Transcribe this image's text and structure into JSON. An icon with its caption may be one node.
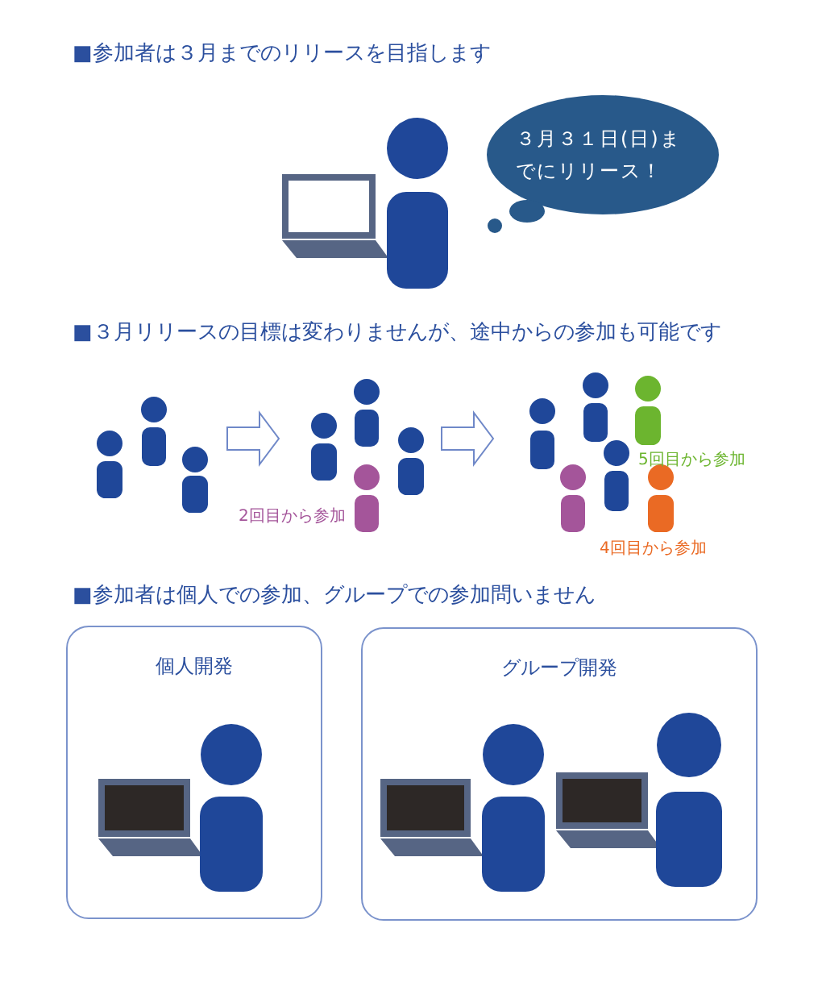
{
  "diagram": {
    "nodes": [
      {
        "text": [
          "３月３１日(日)までにリリース！"
        ]
      },
      {
        "text": [
          "個人開発"
        ]
      },
      {
        "text": [
          "グループ開発"
        ]
      }
    ],
    "labels": [
      "■参加者は３月までのリリースを目指します",
      "■３月リリースの目標は変わりませんが、途中からの参加も可能です",
      "5回目から参加",
      "2回目から参加",
      "4回目から参加",
      "■参加者は個人での参加、グループでの参加問いません"
    ]
  }
}
